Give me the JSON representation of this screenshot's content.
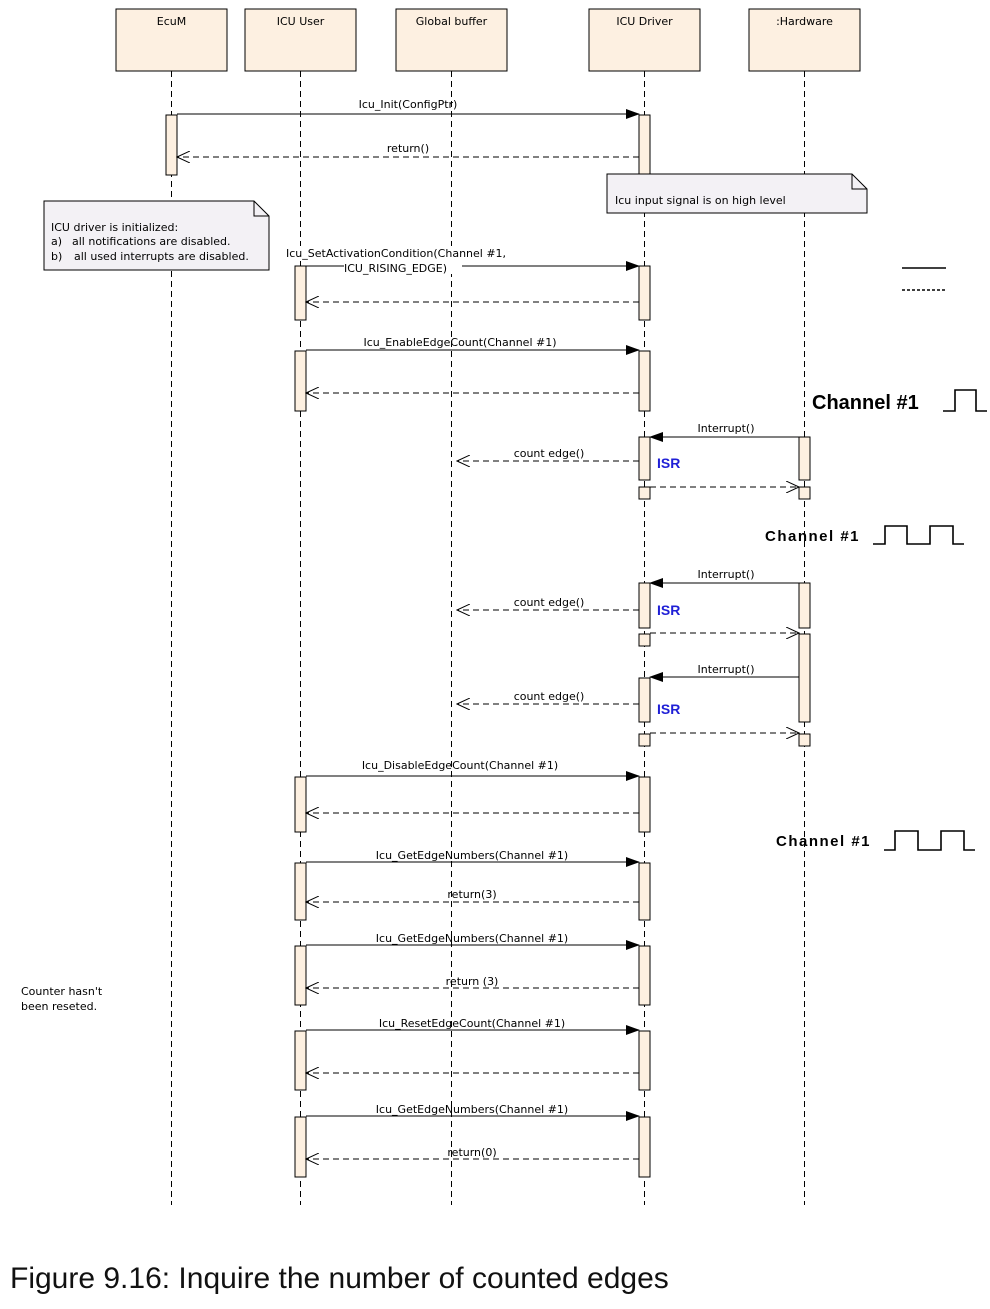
{
  "lifelines": [
    {
      "key": "ecum",
      "label": "EcuM"
    },
    {
      "key": "icuuser",
      "label": "ICU User"
    },
    {
      "key": "gbuf",
      "label": "Global buffer"
    },
    {
      "key": "icudrv",
      "label": "ICU Driver"
    },
    {
      "key": "hw",
      "label": ":Hardware"
    }
  ],
  "messages": {
    "m1": "Icu_Init(ConfigPtr)",
    "m2": "return()",
    "m3a": "Icu_SetActivationCondition(Channel #1,",
    "m3b": "ICU_RISING_EDGE)",
    "m4": "Icu_EnableEdgeCount(Channel #1)",
    "m5": "Interrupt()",
    "m6": "count edge()",
    "m7": "Interrupt()",
    "m8": "count edge()",
    "m9": "Interrupt()",
    "m10": "count edge()",
    "m11": "Icu_DisableEdgeCount(Channel #1)",
    "m12": "Icu_GetEdgeNumbers(Channel #1)",
    "m13": "return(3)",
    "m14": "Icu_GetEdgeNumbers(Channel #1)",
    "m15": "return (3)",
    "m16": "Icu_ResetEdgeCount(Channel #1)",
    "m17": "Icu_GetEdgeNumbers(Channel #1)",
    "m18": "return(0)"
  },
  "notes": {
    "init_line1": "ICU driver is initialized:",
    "init_a_label": "a)",
    "init_a_text": "all notifications are disabled.",
    "init_b_label": "b)",
    "init_b_text": "all used interrupts are disabled.",
    "signal": "Icu input signal is on high level",
    "counter_line1": "Counter hasn't",
    "counter_line2": "been reseted."
  },
  "isr_label": "ISR",
  "channel_label": "Channel #1",
  "caption": "Figure 9.16: Inquire the number of counted edges",
  "colors": {
    "lifeline_head": "#fdf0e1",
    "activation": "#fdf0e1",
    "note": "#f3f1f5",
    "isr": "#1f1fd6",
    "line": "#000000"
  }
}
